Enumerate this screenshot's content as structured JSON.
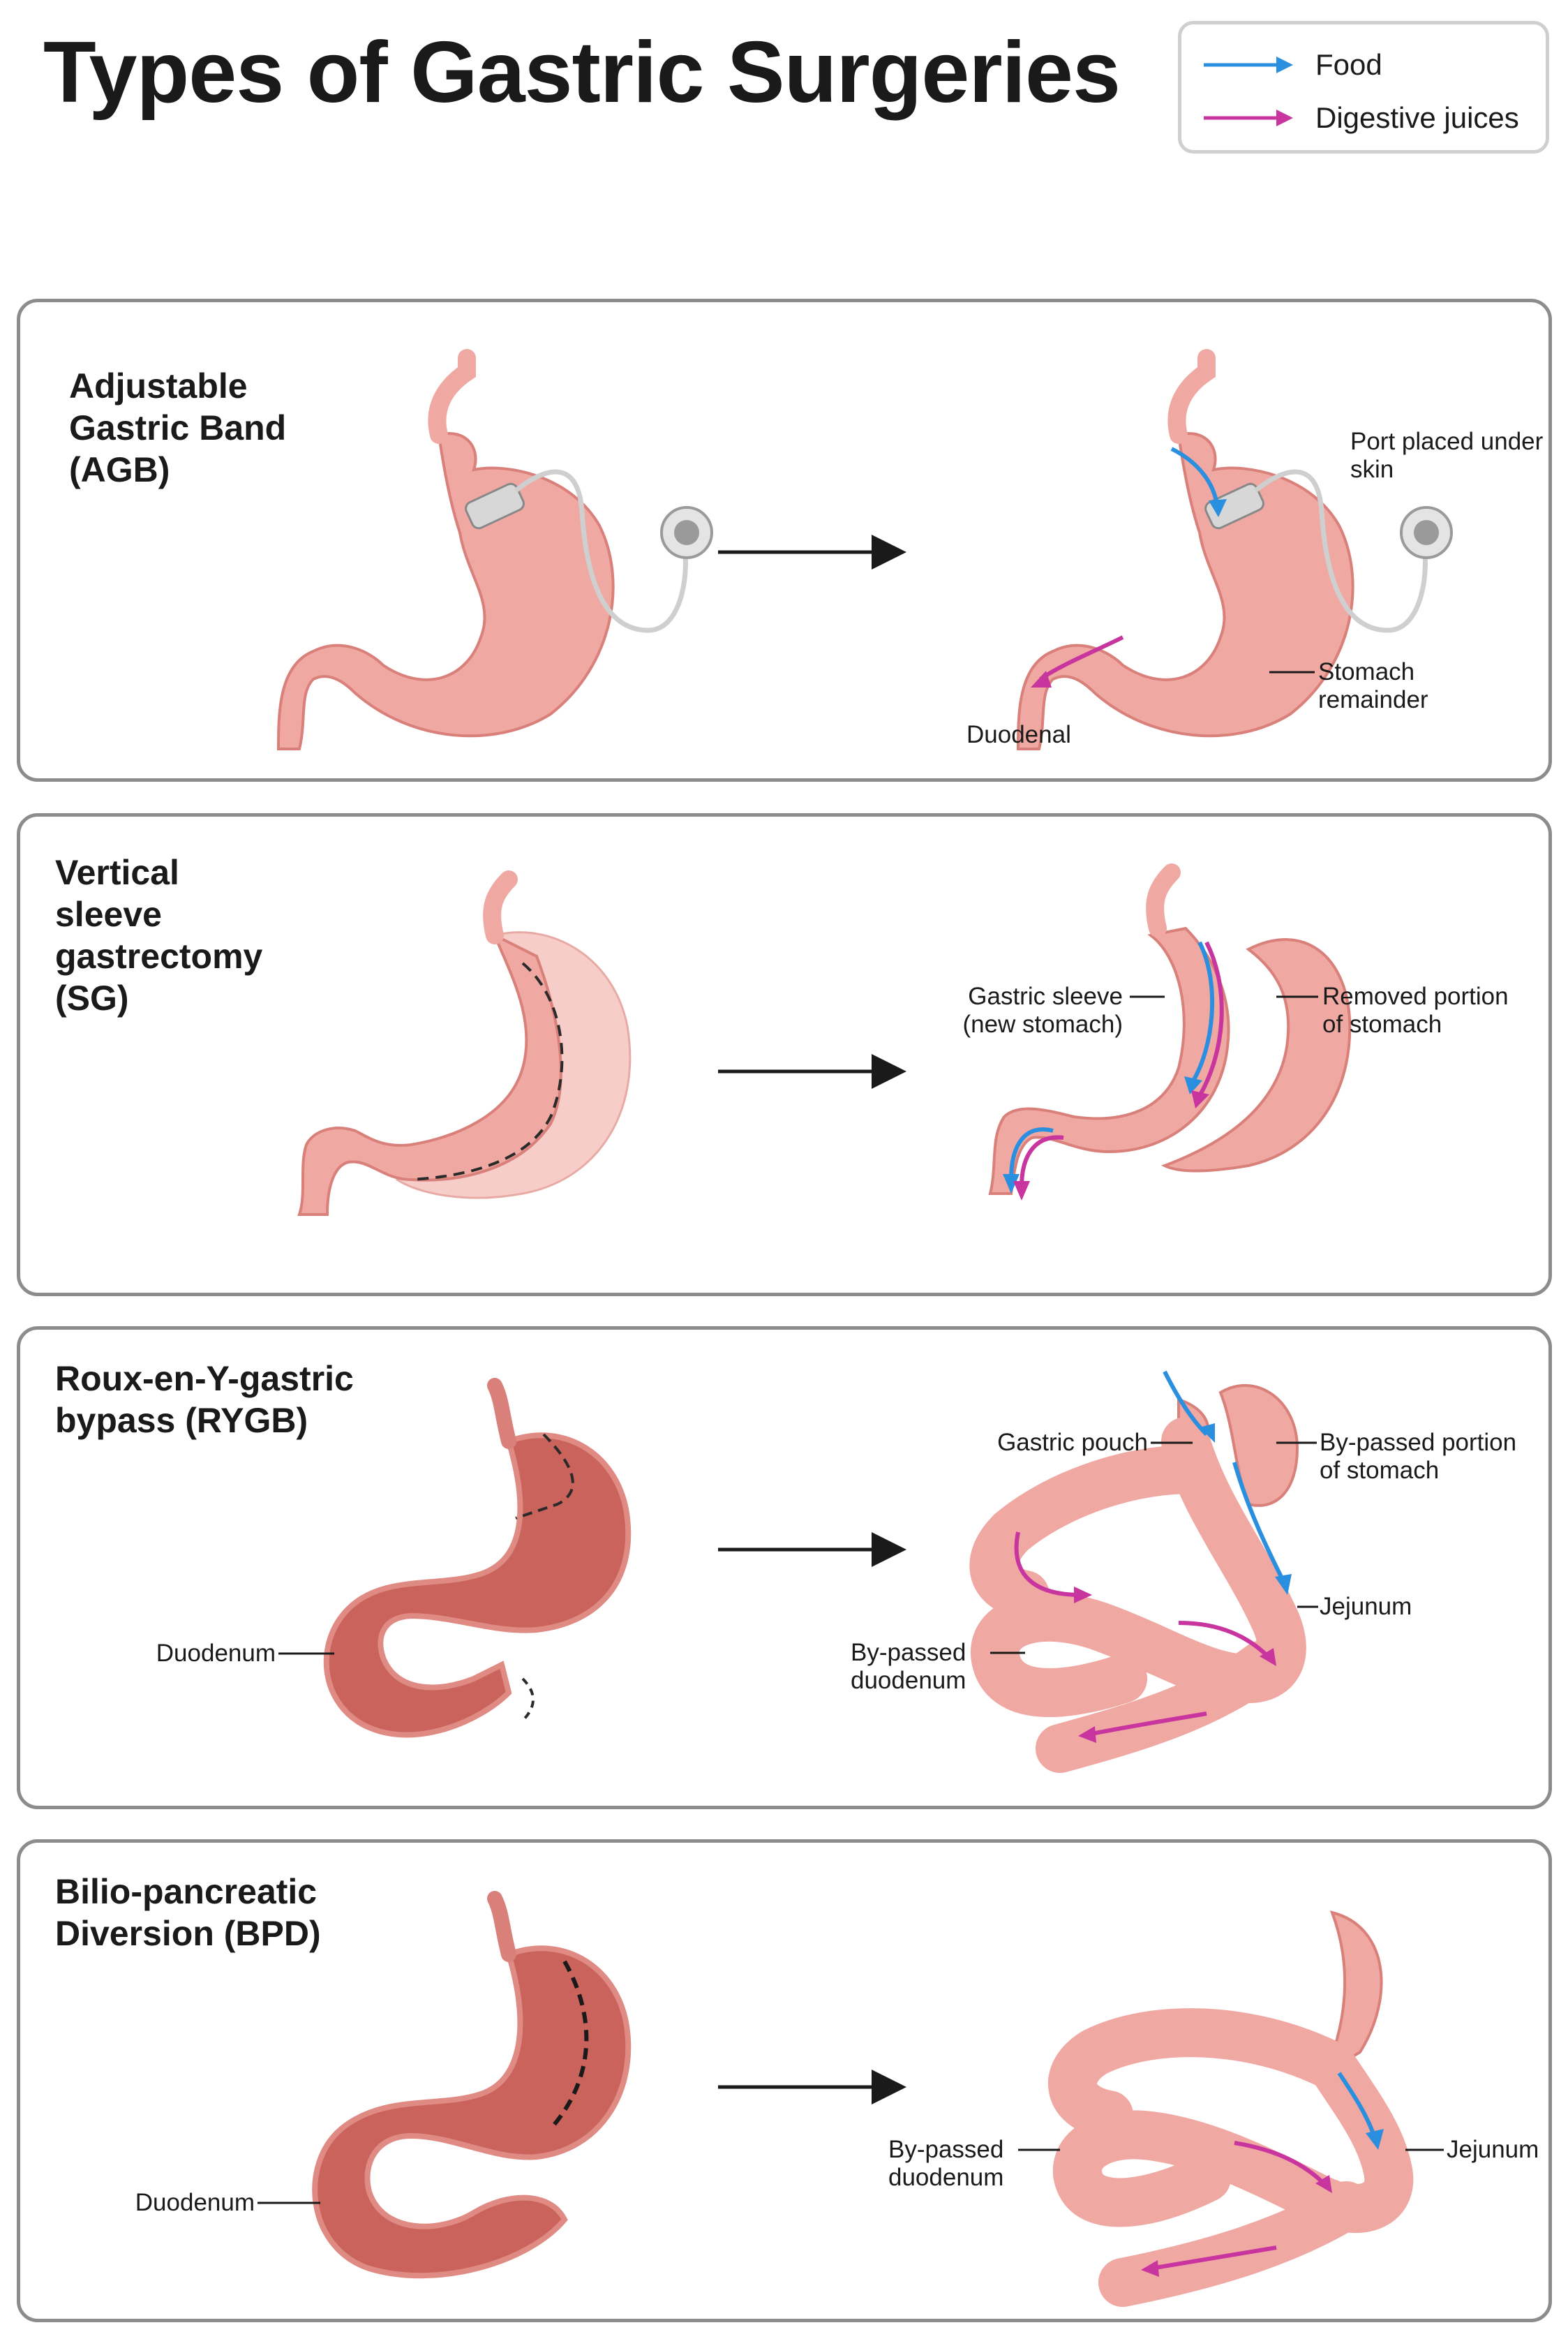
{
  "title": "Types of Gastric Surgeries",
  "legend": [
    {
      "label": "Food",
      "color": "#2b8fe0"
    },
    {
      "label": "Digestive juices",
      "color": "#c8359f"
    }
  ],
  "colors": {
    "stomach": "#f0a8a2",
    "stomach_dark": "#d9807a",
    "tissue": "#c9635c",
    "panel_border": "#8c8c8c",
    "food_arrow": "#2b8fe0",
    "juice_arrow": "#c8359f"
  },
  "panels": [
    {
      "title": "Adjustable\nGastric Band\n(AGB)",
      "labels": {
        "port": "Port placed under\nskin",
        "stomach": "Stomach\nremainder",
        "duodenal": "Duodenal"
      }
    },
    {
      "title": "Vertical\nsleeve\ngastrectomy\n(SG)",
      "labels": {
        "sleeve": "Gastric sleeve\n(new stomach)",
        "removed": "Removed portion\nof stomach"
      }
    },
    {
      "title": "Roux-en-Y-gastric\nbypass (RYGB)",
      "labels": {
        "duodenum": "Duodenum",
        "pouch": "Gastric pouch",
        "bypassed_stomach": "By-passed portion\nof stomach",
        "jejunum": "Jejunum",
        "bypassed_duodenum": "By-passed\nduodenum"
      }
    },
    {
      "title": "Bilio-pancreatic\nDiversion (BPD)",
      "labels": {
        "duodenum": "Duodenum",
        "bypassed_duodenum": "By-passed\nduodenum",
        "jejunum": "Jejunum"
      }
    }
  ]
}
